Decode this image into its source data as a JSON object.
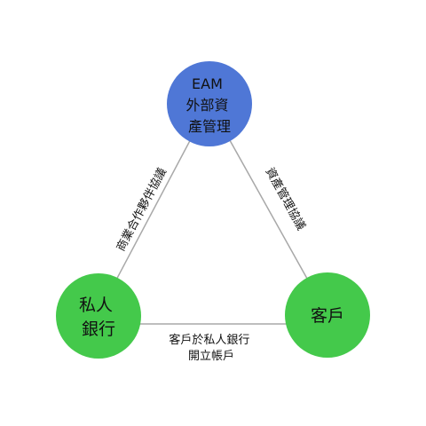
{
  "nodes": {
    "eam": {
      "lines": [
        "EAM",
        "外部資",
        "產管理"
      ],
      "color": "#4f77d6"
    },
    "private_bank": {
      "lines": [
        "私人",
        "銀行"
      ],
      "color": "#44c94b"
    },
    "client": {
      "lines": [
        "客戶"
      ],
      "color": "#44c94b"
    }
  },
  "edges": {
    "eam_private_bank": {
      "label": "商業合作夥伴協議"
    },
    "eam_client": {
      "label": "資產管理協議"
    },
    "client_private_bank": {
      "lines": [
        "客戶於私人銀行",
        "開立帳戶"
      ]
    }
  },
  "colors": {
    "edge_line": "#a8a8a8"
  }
}
